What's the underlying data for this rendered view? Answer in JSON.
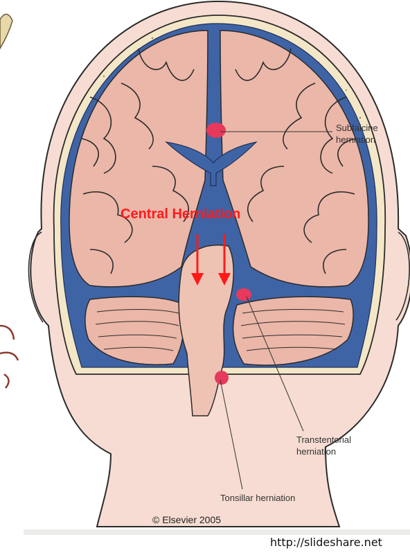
{
  "labels": {
    "subfalcine": [
      "Subfalcine",
      "herniation"
    ],
    "central": "Central Herniation",
    "transtentorial": [
      "Transtentorial",
      "herniation"
    ],
    "tonsillar": "Tonsillar herniation"
  },
  "credit": "© Elsevier 2005",
  "source_url": "http://slideshare.net",
  "colors": {
    "skin": "#f6dcd2",
    "outline": "#2a2a2a",
    "bone": "#f3e7c7",
    "csf": "#3f64a6",
    "brain": "#ebb7a9",
    "herniation": "#e6395c",
    "arrow": "#ff1a1a"
  }
}
